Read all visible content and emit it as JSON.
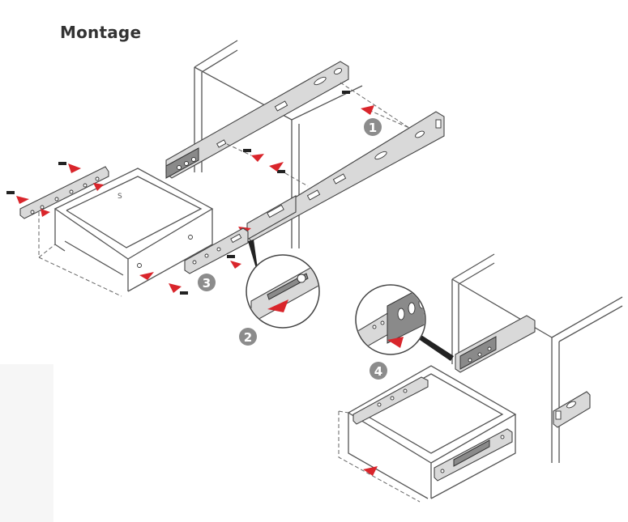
{
  "title": "Montage",
  "steps": [
    {
      "number": "1"
    },
    {
      "number": "2"
    },
    {
      "number": "3"
    },
    {
      "number": "4"
    }
  ],
  "colors": {
    "accent_arrow": "#d9252b",
    "badge": "#8c8c8c",
    "line": "#555555",
    "rail": "#d9d9d9"
  }
}
